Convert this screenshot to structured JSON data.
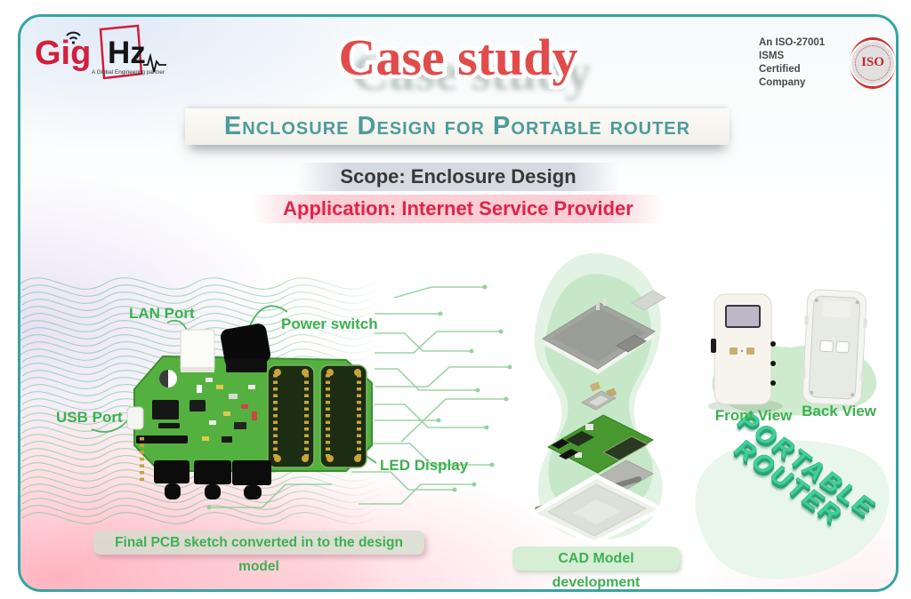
{
  "brand": {
    "primary": "Gig",
    "secondary": "Hz",
    "tagline": "A Global Engineering partner"
  },
  "title": {
    "text": "Case study"
  },
  "certification": {
    "line1": "An ISO-27001 ISMS",
    "line2": "Certified Company",
    "badge": "ISO"
  },
  "banner": {
    "heading": "Enclosure Design for Portable router"
  },
  "info": {
    "scope": "Scope: Enclosure Design",
    "application": "Application: Internet Service Provider"
  },
  "pcb": {
    "label_lan": "LAN Port",
    "label_power": "Power switch",
    "label_usb": "USB Port",
    "label_led": "LED Display",
    "caption": "Final PCB sketch converted in to the design model"
  },
  "cad": {
    "caption": "CAD Model development"
  },
  "views": {
    "front_label": "Front View",
    "back_label": "Back View"
  },
  "model3d": {
    "line1": "PORTABLE",
    "line2": "ROUTER"
  },
  "colors": {
    "border_teal": "#36a4a4",
    "banner_teal": "#4e9b9b",
    "title_red": "#e24b4b",
    "application_crimson": "#e02348",
    "label_green": "#3cb14f",
    "mint_3d": "#41d098",
    "iso_red": "#d32f2f",
    "pcb_green": "#54b13f"
  }
}
